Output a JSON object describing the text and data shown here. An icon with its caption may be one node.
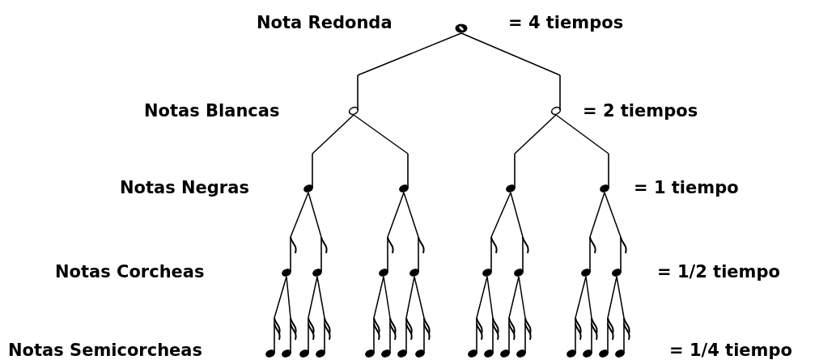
{
  "diagram": {
    "nodes": [
      {
        "text": [],
        "shape": "picture"
      },
      {
        "text": [],
        "shape": "picture"
      },
      {
        "text": [],
        "shape": "picture"
      },
      {
        "text": [],
        "shape": "picture"
      },
      {
        "text": [],
        "shape": "picture"
      },
      {
        "text": [],
        "shape": "picture"
      },
      {
        "text": [],
        "shape": "picture"
      },
      {
        "text": [],
        "shape": "picture"
      },
      {
        "text": [],
        "shape": "picture"
      },
      {
        "text": [],
        "shape": "picture"
      },
      {
        "text": [],
        "shape": "picture"
      },
      {
        "text": [],
        "shape": "picture"
      },
      {
        "text": [],
        "shape": "picture"
      },
      {
        "text": [],
        "shape": "picture"
      },
      {
        "text": [],
        "shape": "picture"
      },
      {
        "text": [],
        "shape": "picture"
      },
      {
        "text": [],
        "shape": "picture"
      },
      {
        "text": [],
        "shape": "picture"
      },
      {
        "text": [],
        "shape": "picture"
      },
      {
        "text": [],
        "shape": "picture"
      },
      {
        "text": [],
        "shape": "picture"
      },
      {
        "text": [],
        "shape": "picture"
      },
      {
        "text": [],
        "shape": "picture"
      },
      {
        "text": [],
        "shape": "picture"
      },
      {
        "text": [],
        "shape": "picture"
      },
      {
        "text": [],
        "shape": "picture"
      },
      {
        "text": [],
        "shape": "picture"
      },
      {
        "text": [],
        "shape": "picture"
      },
      {
        "text": [],
        "shape": "picture"
      },
      {
        "text": [],
        "shape": "picture"
      },
      {
        "text": [],
        "shape": "picture"
      }
    ],
    "edges": [
      {
        "from": 0,
        "to": 1,
        "arrow": "none"
      },
      {
        "from": 0,
        "to": 2,
        "arrow": "none"
      },
      {
        "from": 1,
        "to": 3,
        "arrow": "none"
      },
      {
        "from": 1,
        "to": 4,
        "arrow": "none"
      },
      {
        "from": 2,
        "to": 5,
        "arrow": "none"
      },
      {
        "from": 2,
        "to": 6,
        "arrow": "none"
      },
      {
        "from": 3,
        "to": 7,
        "arrow": "none"
      },
      {
        "from": 3,
        "to": 8,
        "arrow": "none"
      },
      {
        "from": 4,
        "to": 9,
        "arrow": "none"
      },
      {
        "from": 4,
        "to": 10,
        "arrow": "none"
      },
      {
        "from": 5,
        "to": 11,
        "arrow": "none"
      },
      {
        "from": 5,
        "to": 12,
        "arrow": "none"
      },
      {
        "from": 6,
        "to": 13,
        "arrow": "none"
      },
      {
        "from": 6,
        "to": 14,
        "arrow": "none"
      },
      {
        "from": 7,
        "to": 15,
        "arrow": "none"
      },
      {
        "from": 7,
        "to": 16,
        "arrow": "none"
      },
      {
        "from": 8,
        "to": 17,
        "arrow": "none"
      },
      {
        "from": 8,
        "to": 18,
        "arrow": "none"
      },
      {
        "from": 9,
        "to": 19,
        "arrow": "none"
      },
      {
        "from": 9,
        "to": 20,
        "arrow": "none"
      },
      {
        "from": 10,
        "to": 21,
        "arrow": "none"
      },
      {
        "from": 10,
        "to": 22,
        "arrow": "none"
      },
      {
        "from": 11,
        "to": 23,
        "arrow": "none"
      },
      {
        "from": 11,
        "to": 24,
        "arrow": "none"
      },
      {
        "from": 12,
        "to": 25,
        "arrow": "none"
      },
      {
        "from": 12,
        "to": 26,
        "arrow": "none"
      },
      {
        "from": 13,
        "to": 27,
        "arrow": "none"
      },
      {
        "from": 13,
        "to": 28,
        "arrow": "none"
      },
      {
        "from": 14,
        "to": 29,
        "arrow": "none"
      },
      {
        "from": 14,
        "to": 30,
        "arrow": "none"
      }
    ],
    "labels": [
      "Nota Redonda",
      "= 4 tiempos",
      "Notas Blancas",
      "= 2 tiempos",
      "Notas Negras",
      "= 1 tiempo",
      "Notas Corcheas",
      "= 1/2 tiempo",
      "Notas Semicorcheas",
      "= 1/4 tiempo"
    ]
  }
}
